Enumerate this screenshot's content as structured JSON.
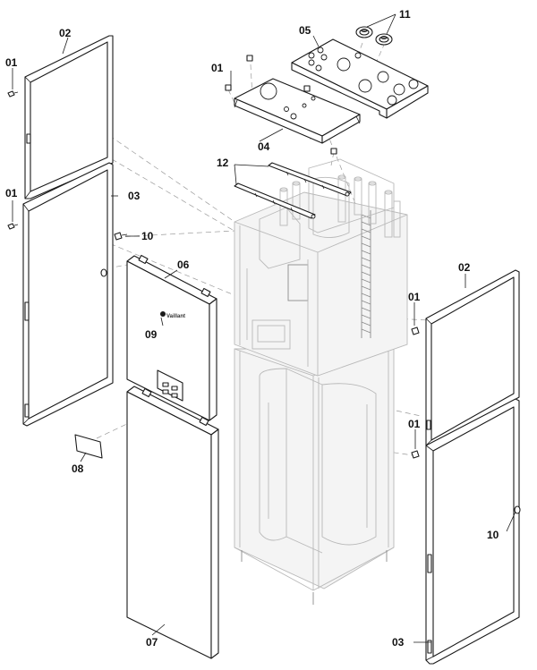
{
  "diagram": {
    "colors": {
      "line": "#1a1a1a",
      "frame": "#b9b9b9",
      "dash": "#9a9a9a"
    },
    "callouts": {
      "c01a": "01",
      "c01b": "01",
      "c01c": "01",
      "c01d": "01",
      "c01e": "01",
      "c02a": "02",
      "c02b": "02",
      "c03a": "03",
      "c03b": "03",
      "c04": "04",
      "c05": "05",
      "c06": "06",
      "c07": "07",
      "c08": "08",
      "c09": "09",
      "c10a": "10",
      "c10b": "10",
      "c11": "11",
      "c12": "12"
    },
    "front_panel_logo": "Vaillant"
  }
}
